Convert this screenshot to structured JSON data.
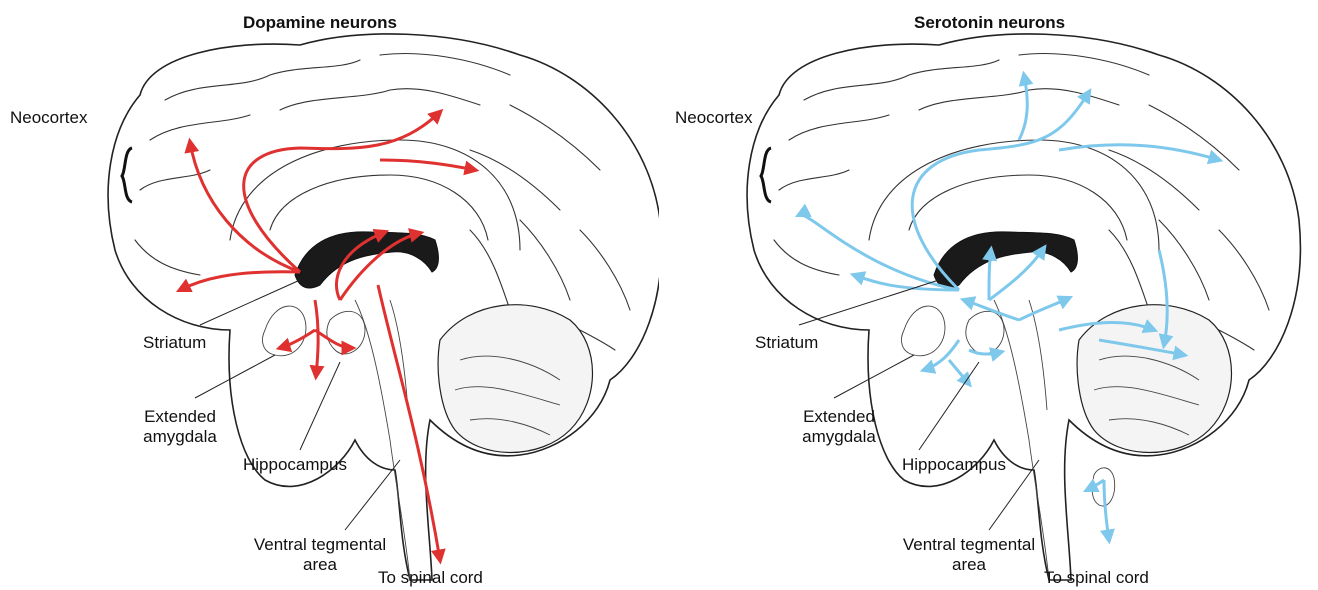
{
  "panels": [
    {
      "title": "Dopamine neurons",
      "arrow_color": "#e03131",
      "labels": {
        "neocortex": "Neocortex",
        "striatum": "Striatum",
        "amygdala_line1": "Extended",
        "amygdala_line2": "amygdala",
        "hippocampus": "Hippocampus",
        "vta_line1": "Ventral tegmental",
        "vta_line2": "area",
        "spinal": "To spinal cord"
      }
    },
    {
      "title": "Serotonin neurons",
      "arrow_color": "#7ec8ec",
      "labels": {
        "neocortex": "Neocortex",
        "striatum": "Striatum",
        "amygdala_line1": "Extended",
        "amygdala_line2": "amygdala",
        "hippocampus": "Hippocampus",
        "vta_line1": "Ventral tegmental",
        "vta_line2": "area",
        "spinal": "To spinal cord"
      }
    }
  ]
}
